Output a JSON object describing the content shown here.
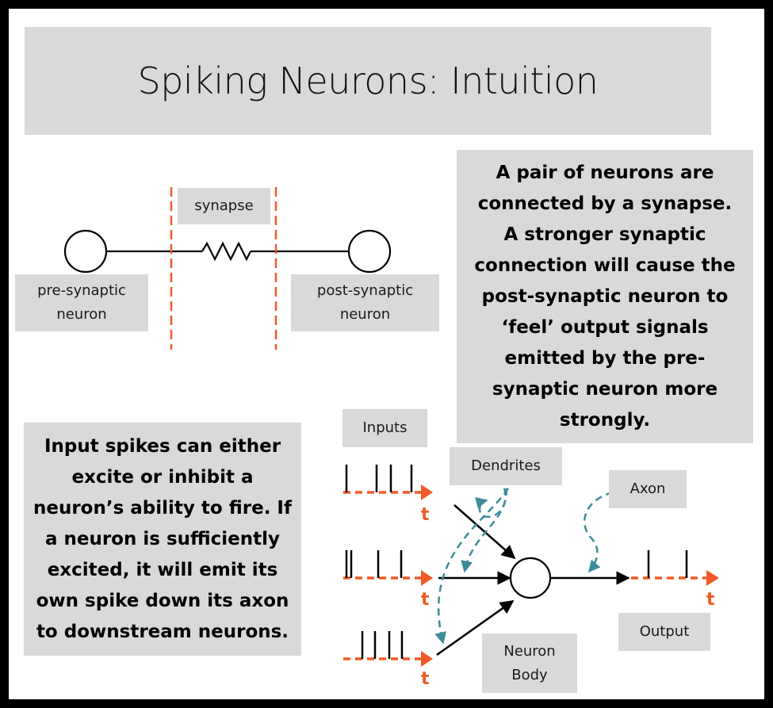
{
  "title": "Spiking Neurons: Intuition",
  "labels": {
    "synapse": "synapse",
    "pre_synaptic": "pre-synaptic\nneuron",
    "post_synaptic": "post-synaptic\nneuron",
    "inputs": "Inputs",
    "dendrites": "Dendrites",
    "axon": "Axon",
    "output": "Output",
    "neuron_body": "Neuron\nBody",
    "time": "t"
  },
  "explanations": {
    "synapse_text": "A pair of neurons are connected by a synapse. A stronger synaptic connection will cause the post-synaptic neuron to ‘feel’ output signals emitted by the pre-synaptic neuron more strongly.",
    "spike_text": "Input spikes can either excite or inhibit a neuron’s ability to fire. If a neuron is sufficiently excited, it will emit its own spike down its axon to downstream neurons."
  },
  "colors": {
    "box_fill": "#d9d9d9",
    "accent_orange": "#f05a28",
    "accent_teal": "#3d8c9a",
    "ink": "#000000"
  }
}
